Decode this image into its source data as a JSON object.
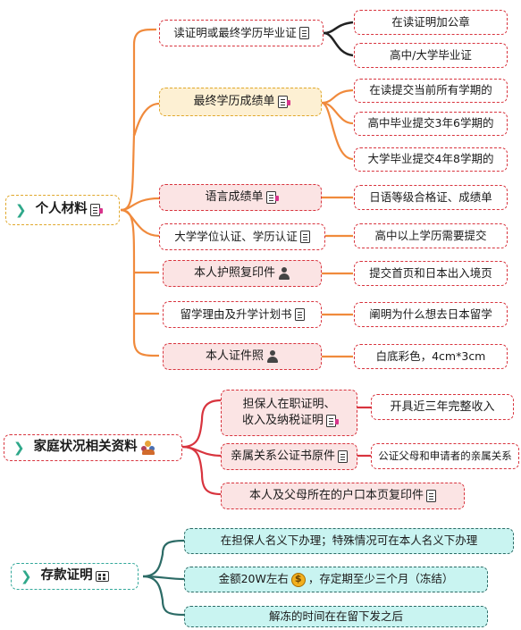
{
  "root1": {
    "label": "个人材料",
    "icon": "document-icon"
  },
  "root2": {
    "label": "家庭状况相关资料",
    "icon": "family-icon"
  },
  "root3": {
    "label": "存款证明",
    "icon": "calculator-icon"
  },
  "personal": [
    {
      "label": "读证明或最终学历毕业证",
      "icon": "document-icon",
      "details": [
        "在读证明加公章",
        "高中/大学毕业证"
      ]
    },
    {
      "label": "最终学历成绩单",
      "icon": "document-icon",
      "details": [
        "在读提交当前所有学期的",
        "高中毕业提交3年6学期的",
        "大学毕业提交4年8学期的"
      ]
    },
    {
      "label": "语言成绩单",
      "icon": "document-icon",
      "details": [
        "日语等级合格证、成绩单"
      ]
    },
    {
      "label": "大学学位认证、学历认证",
      "icon": "document-icon",
      "details": [
        "高中以上学历需要提交"
      ]
    },
    {
      "label": "本人护照复印件",
      "icon": "person-icon",
      "details": [
        "提交首页和日本出入境页"
      ]
    },
    {
      "label": "留学理由及升学计划书",
      "icon": "document-icon",
      "details": [
        "阐明为什么想去日本留学"
      ]
    },
    {
      "label": "本人证件照",
      "icon": "person-icon",
      "details": [
        "白底彩色，4cm*3cm"
      ]
    }
  ],
  "family": [
    {
      "label_line1": "担保人在职证明、",
      "label_line2": "收入及纳税证明",
      "icon": "document-icon",
      "detail": "开具近三年完整收入"
    },
    {
      "label": "亲属关系公证书原件",
      "icon": "document-icon",
      "detail": "公证父母和申请者的亲属关系"
    },
    {
      "label": "本人及父母所在的户口本页复印件",
      "icon": "document-icon"
    }
  ],
  "deposit": [
    {
      "label": "在担保人名义下办理；特殊情况可在本人名义下办理"
    },
    {
      "label_before": "金额20W左右",
      "label_after": "，存定期至少三个月（冻结）",
      "icon": "money-bag-icon"
    },
    {
      "label": "解冻的时间在在留下发之后"
    }
  ],
  "colors": {
    "orange": "#f08a3c",
    "red": "#d8343e",
    "teal": "#2c6b66",
    "yellow_fill": "#fdf0d3",
    "pink_fill": "#fbe4e4",
    "cyan_fill": "#c9f4f1"
  }
}
